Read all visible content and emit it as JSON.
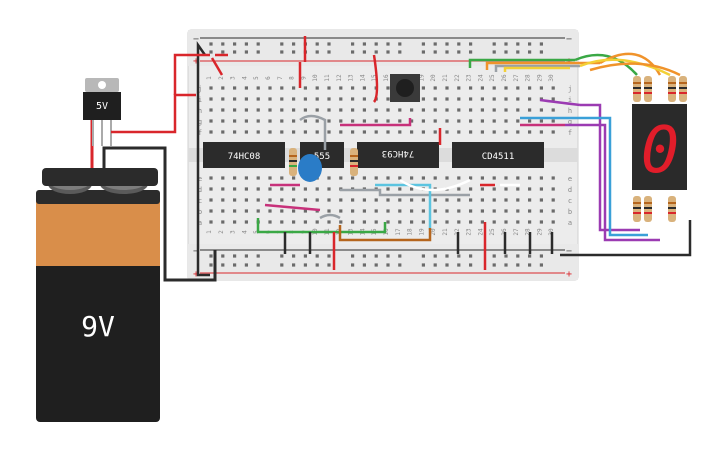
{
  "canvas": {
    "background": "#ffffff"
  },
  "battery": {
    "label": "9V",
    "colors": {
      "top": "#2b2b2b",
      "body": "#1f1f1f",
      "band": "#d98e4a"
    }
  },
  "regulator": {
    "label": "5V"
  },
  "chips": [
    {
      "name": "chip-74hc08",
      "label": "74HC08",
      "rotated": false
    },
    {
      "name": "chip-555",
      "label": "555",
      "rotated": false
    },
    {
      "name": "chip-74hc93",
      "label": "74HC93",
      "rotated": true
    },
    {
      "name": "chip-cd4511",
      "label": "CD4511",
      "rotated": false
    }
  ],
  "display": {
    "digit": "0",
    "segment_color": "#e11d2a",
    "body_color": "#2a2a2a"
  },
  "breadboard": {
    "rail_plus": "+",
    "rail_minus": "−",
    "row_letters_top": [
      "j",
      "i",
      "h",
      "g",
      "f"
    ],
    "row_letters_bottom": [
      "e",
      "d",
      "c",
      "b",
      "a"
    ],
    "column_numbers": [
      "1",
      "2",
      "3",
      "4",
      "5",
      "6",
      "7",
      "8",
      "9",
      "10",
      "11",
      "12",
      "13",
      "14",
      "15",
      "16",
      "17",
      "18",
      "19",
      "20",
      "21",
      "22",
      "23",
      "24",
      "25",
      "26",
      "27",
      "28",
      "29",
      "30"
    ]
  },
  "wire_colors": {
    "red": "#d9262b",
    "black": "#2b2b2b",
    "green": "#3aa845",
    "orange": "#f0932b",
    "yellow": "#f3d036",
    "purple": "#9b3bb2",
    "blue": "#3aa0d8",
    "gray": "#9aa0a6",
    "brown": "#b5651d",
    "magenta": "#c7317a",
    "white": "#ffffff",
    "cyan": "#5bc4e0"
  }
}
